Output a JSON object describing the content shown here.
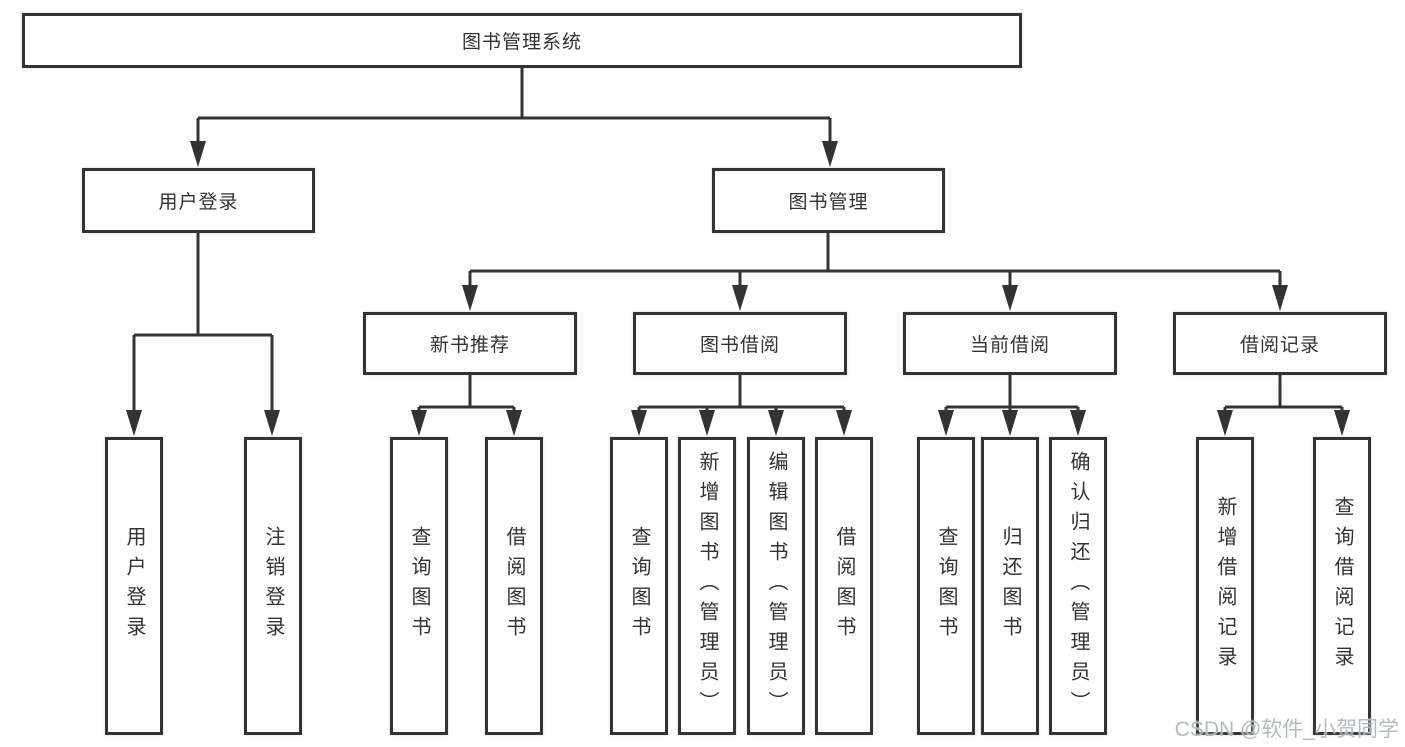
{
  "diagram_title": "图书管理系统",
  "tree": {
    "label": "图书管理系统",
    "children": [
      {
        "label": "用户登录",
        "children": [
          {
            "label": "用户登录"
          },
          {
            "label": "注销登录"
          }
        ]
      },
      {
        "label": "图书管理",
        "children": [
          {
            "label": "新书推荐",
            "children": [
              {
                "label": "查询图书"
              },
              {
                "label": "借阅图书"
              }
            ]
          },
          {
            "label": "图书借阅",
            "children": [
              {
                "label": "查询图书"
              },
              {
                "label": "新增图书（管理员）"
              },
              {
                "label": "编辑图书（管理员）"
              },
              {
                "label": "借阅图书"
              }
            ]
          },
          {
            "label": "当前借阅",
            "children": [
              {
                "label": "查询图书"
              },
              {
                "label": "归还图书"
              },
              {
                "label": "确认归还（管理员）"
              }
            ]
          },
          {
            "label": "借阅记录",
            "children": [
              {
                "label": "新增借阅记录"
              },
              {
                "label": "查询借阅记录"
              }
            ]
          }
        ]
      }
    ]
  },
  "watermark": {
    "text": "CSDN @软件_小贺同学"
  },
  "colors": {
    "line": "#333333",
    "box_border": "#333333",
    "text": "#333333",
    "background": "#ffffff",
    "watermark": "#b0b4b9"
  }
}
